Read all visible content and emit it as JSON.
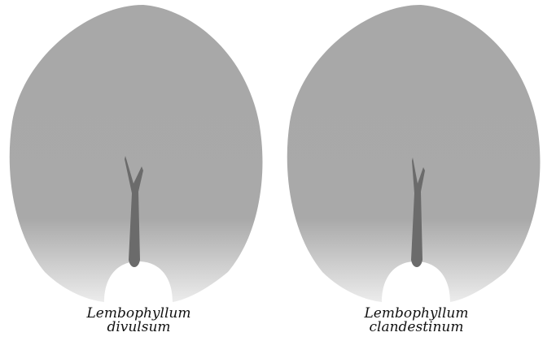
{
  "figures": [
    {
      "genus": "Lembophyllum",
      "species": "divulsum"
    },
    {
      "genus": "Lembophyllum",
      "species": "clandestinum"
    }
  ],
  "colors": {
    "leaf": "#a8a8a8",
    "leaf_base_light": "#e9e9e9",
    "costa": "#6b6b6b",
    "background": "#ffffff",
    "caption_text": "#111111"
  }
}
